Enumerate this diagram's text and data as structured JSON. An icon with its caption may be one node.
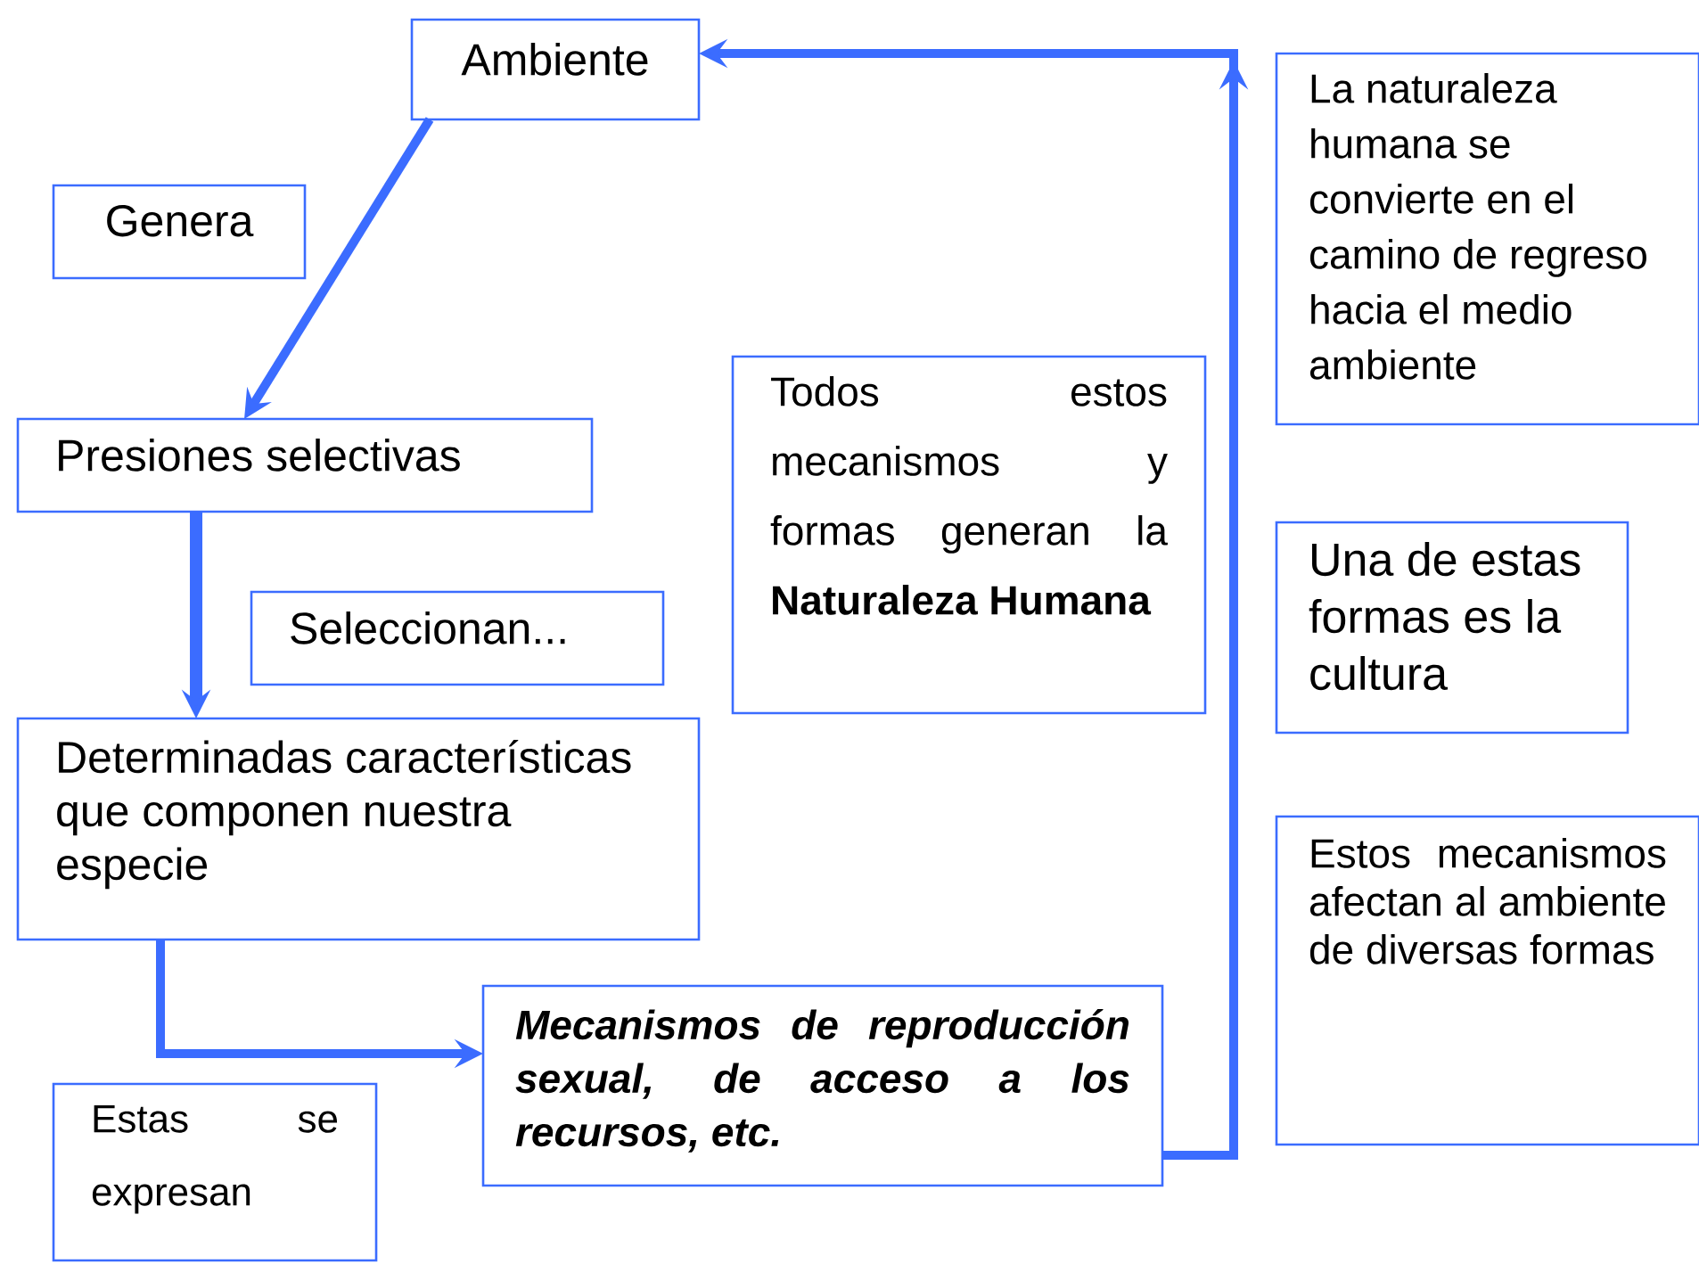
{
  "diagram": {
    "nodes": [
      {
        "text": [
          "Ambiente"
        ]
      },
      {
        "text": [
          "Genera"
        ]
      },
      {
        "text": [
          "Presiones selectivas"
        ]
      },
      {
        "text": [
          "Seleccionan..."
        ]
      },
      {
        "text": [
          "Determinadas características que componen nuestra especie"
        ]
      },
      {
        "text": [
          "Mecanismos de reproducción sexual, de acceso a los recursos, etc."
        ]
      },
      {
        "text": [
          "Estas se expresan"
        ]
      },
      {
        "text": [
          "Todos estos mecanismos y formas generan la **Naturaleza Humana**"
        ]
      },
      {
        "text": [
          "La naturaleza humana se convierte en el camino de regreso hacia el medio ambiente"
        ]
      },
      {
        "text": [
          "Una de estas formas es la cultura"
        ]
      },
      {
        "text": [
          "Estos mecanismos afectan al ambiente de diversas formas"
        ]
      }
    ],
    "edges": [
      {
        "from": 0,
        "to": 2,
        "arrow": "to"
      },
      {
        "from": 2,
        "to": 4,
        "arrow": "to"
      },
      {
        "from": 4,
        "to": 5,
        "arrow": "to"
      },
      {
        "from": 5,
        "to": 0,
        "arrow": "to"
      }
    ]
  }
}
